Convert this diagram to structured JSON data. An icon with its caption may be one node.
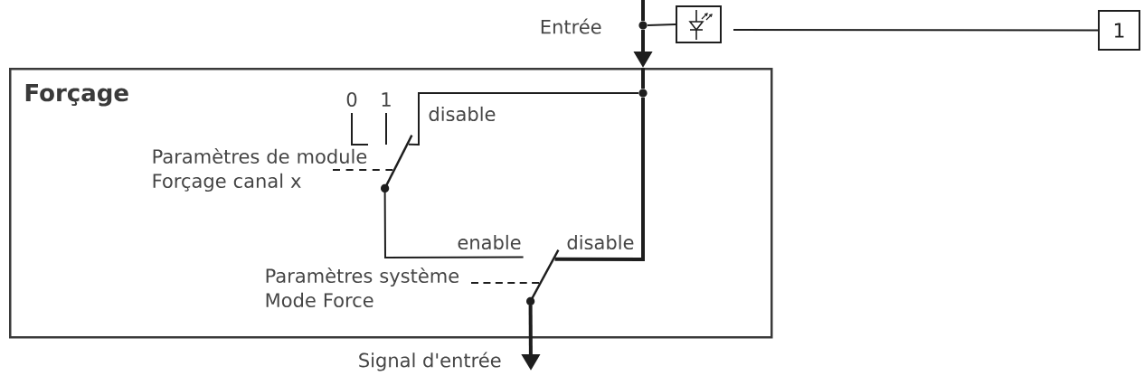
{
  "diagram": {
    "nodes": [
      {
        "text": [],
        "shape": "box"
      },
      {
        "text": [
          "1"
        ]
      },
      {
        "text": [
          "Forçage"
        ]
      },
      {
        "text": [
          "Paramètres de module Forçage canal x"
        ],
        "in": 2
      },
      {
        "text": [
          "Paramètres système Mode Force"
        ],
        "in": 2
      },
      {
        "text": [],
        "shape": "switch",
        "in": 2
      },
      {
        "text": [],
        "shape": "switch",
        "in": 2
      },
      {
        "text": [],
        "shape": "circle"
      },
      {
        "text": [],
        "shape": "circle",
        "in": 2
      }
    ],
    "edges": [
      {
        "from": null,
        "to": 7,
        "arrow": "none",
        "label": "Entrée",
        "style": "thick"
      },
      {
        "from": 7,
        "to": 2,
        "arrow": "to",
        "style": "thick"
      },
      {
        "from": 7,
        "to": 0,
        "arrow": "none"
      },
      {
        "from": 1,
        "to": 0,
        "arrow": "none"
      },
      {
        "from": 2,
        "to": 8,
        "arrow": "none",
        "style": "thick"
      },
      {
        "from": 8,
        "to": 6,
        "arrow": "none",
        "style": "thick"
      },
      {
        "from": 8,
        "to": 5,
        "arrow": "none"
      },
      {
        "from": 3,
        "to": 5,
        "arrow": "none",
        "style": "dashed"
      },
      {
        "from": 5,
        "to": 6,
        "arrow": "none"
      },
      {
        "from": 4,
        "to": 6,
        "arrow": "none",
        "style": "dashed"
      },
      {
        "from": 6,
        "to": null,
        "arrow": "to",
        "label": "Signal d'entrée",
        "style": "thick"
      }
    ],
    "labels": [
      "0",
      "1",
      "disable",
      "enable",
      "disable"
    ]
  }
}
